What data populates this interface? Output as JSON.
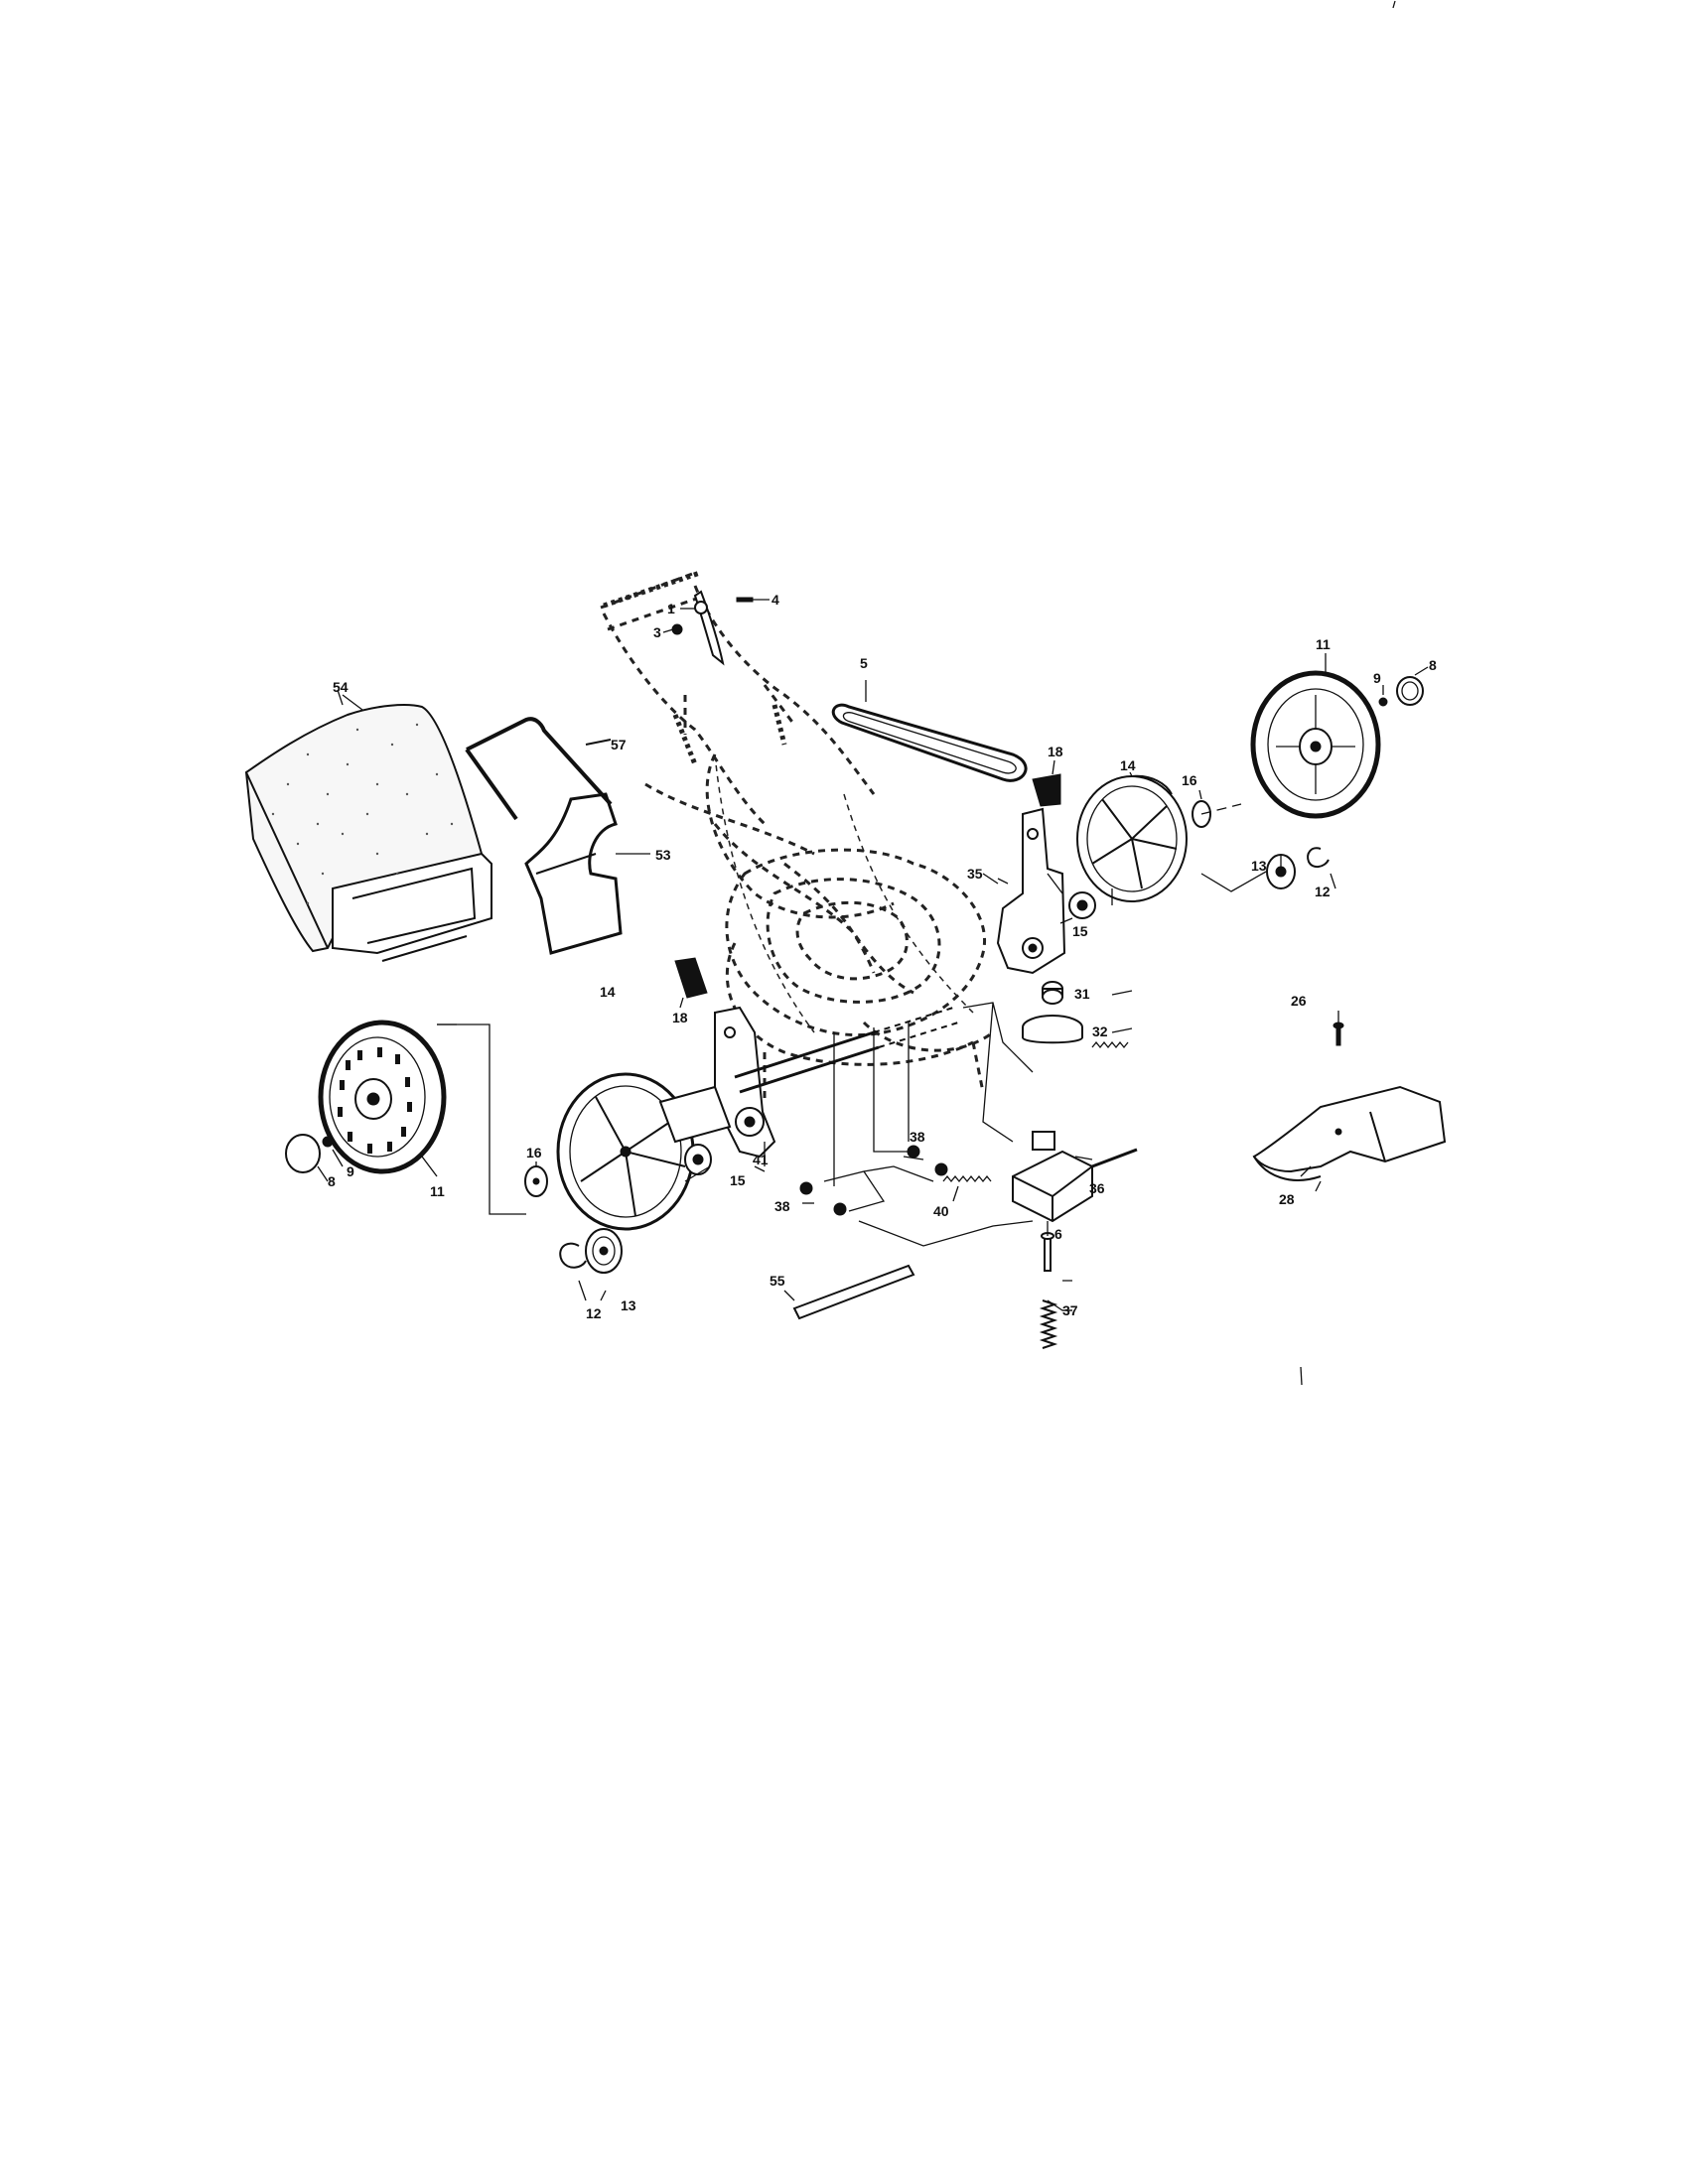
{
  "callouts": [
    {
      "id": "c1",
      "text": "1"
    },
    {
      "id": "c3",
      "text": "3"
    },
    {
      "id": "c4",
      "text": "4"
    },
    {
      "id": "c5",
      "text": "5"
    },
    {
      "id": "c54",
      "text": "54"
    },
    {
      "id": "c57",
      "text": "57"
    },
    {
      "id": "c53",
      "text": "53"
    },
    {
      "id": "c18a",
      "text": "18"
    },
    {
      "id": "c18b",
      "text": "18"
    },
    {
      "id": "c14a",
      "text": "14"
    },
    {
      "id": "c14b",
      "text": "14"
    },
    {
      "id": "c16a",
      "text": "16"
    },
    {
      "id": "c16b",
      "text": "16"
    },
    {
      "id": "c11a",
      "text": "11"
    },
    {
      "id": "c11b",
      "text": "11"
    },
    {
      "id": "c9a",
      "text": "9"
    },
    {
      "id": "c9b",
      "text": "9"
    },
    {
      "id": "c8a",
      "text": "8"
    },
    {
      "id": "c8b",
      "text": "8"
    },
    {
      "id": "c13a",
      "text": "13"
    },
    {
      "id": "c13b",
      "text": "13"
    },
    {
      "id": "c12a",
      "text": "12"
    },
    {
      "id": "c12b",
      "text": "12"
    },
    {
      "id": "c35",
      "text": "35"
    },
    {
      "id": "c15a",
      "text": "15"
    },
    {
      "id": "c15b",
      "text": "15"
    },
    {
      "id": "c31",
      "text": "31"
    },
    {
      "id": "c32",
      "text": "32"
    },
    {
      "id": "c26",
      "text": "26"
    },
    {
      "id": "c28",
      "text": "28"
    },
    {
      "id": "c41",
      "text": "41"
    },
    {
      "id": "c38a",
      "text": "38"
    },
    {
      "id": "c38b",
      "text": "38"
    },
    {
      "id": "c40",
      "text": "40"
    },
    {
      "id": "c36",
      "text": "36"
    },
    {
      "id": "c6",
      "text": "6"
    },
    {
      "id": "c37",
      "text": "37"
    },
    {
      "id": "c55",
      "text": "55"
    }
  ]
}
